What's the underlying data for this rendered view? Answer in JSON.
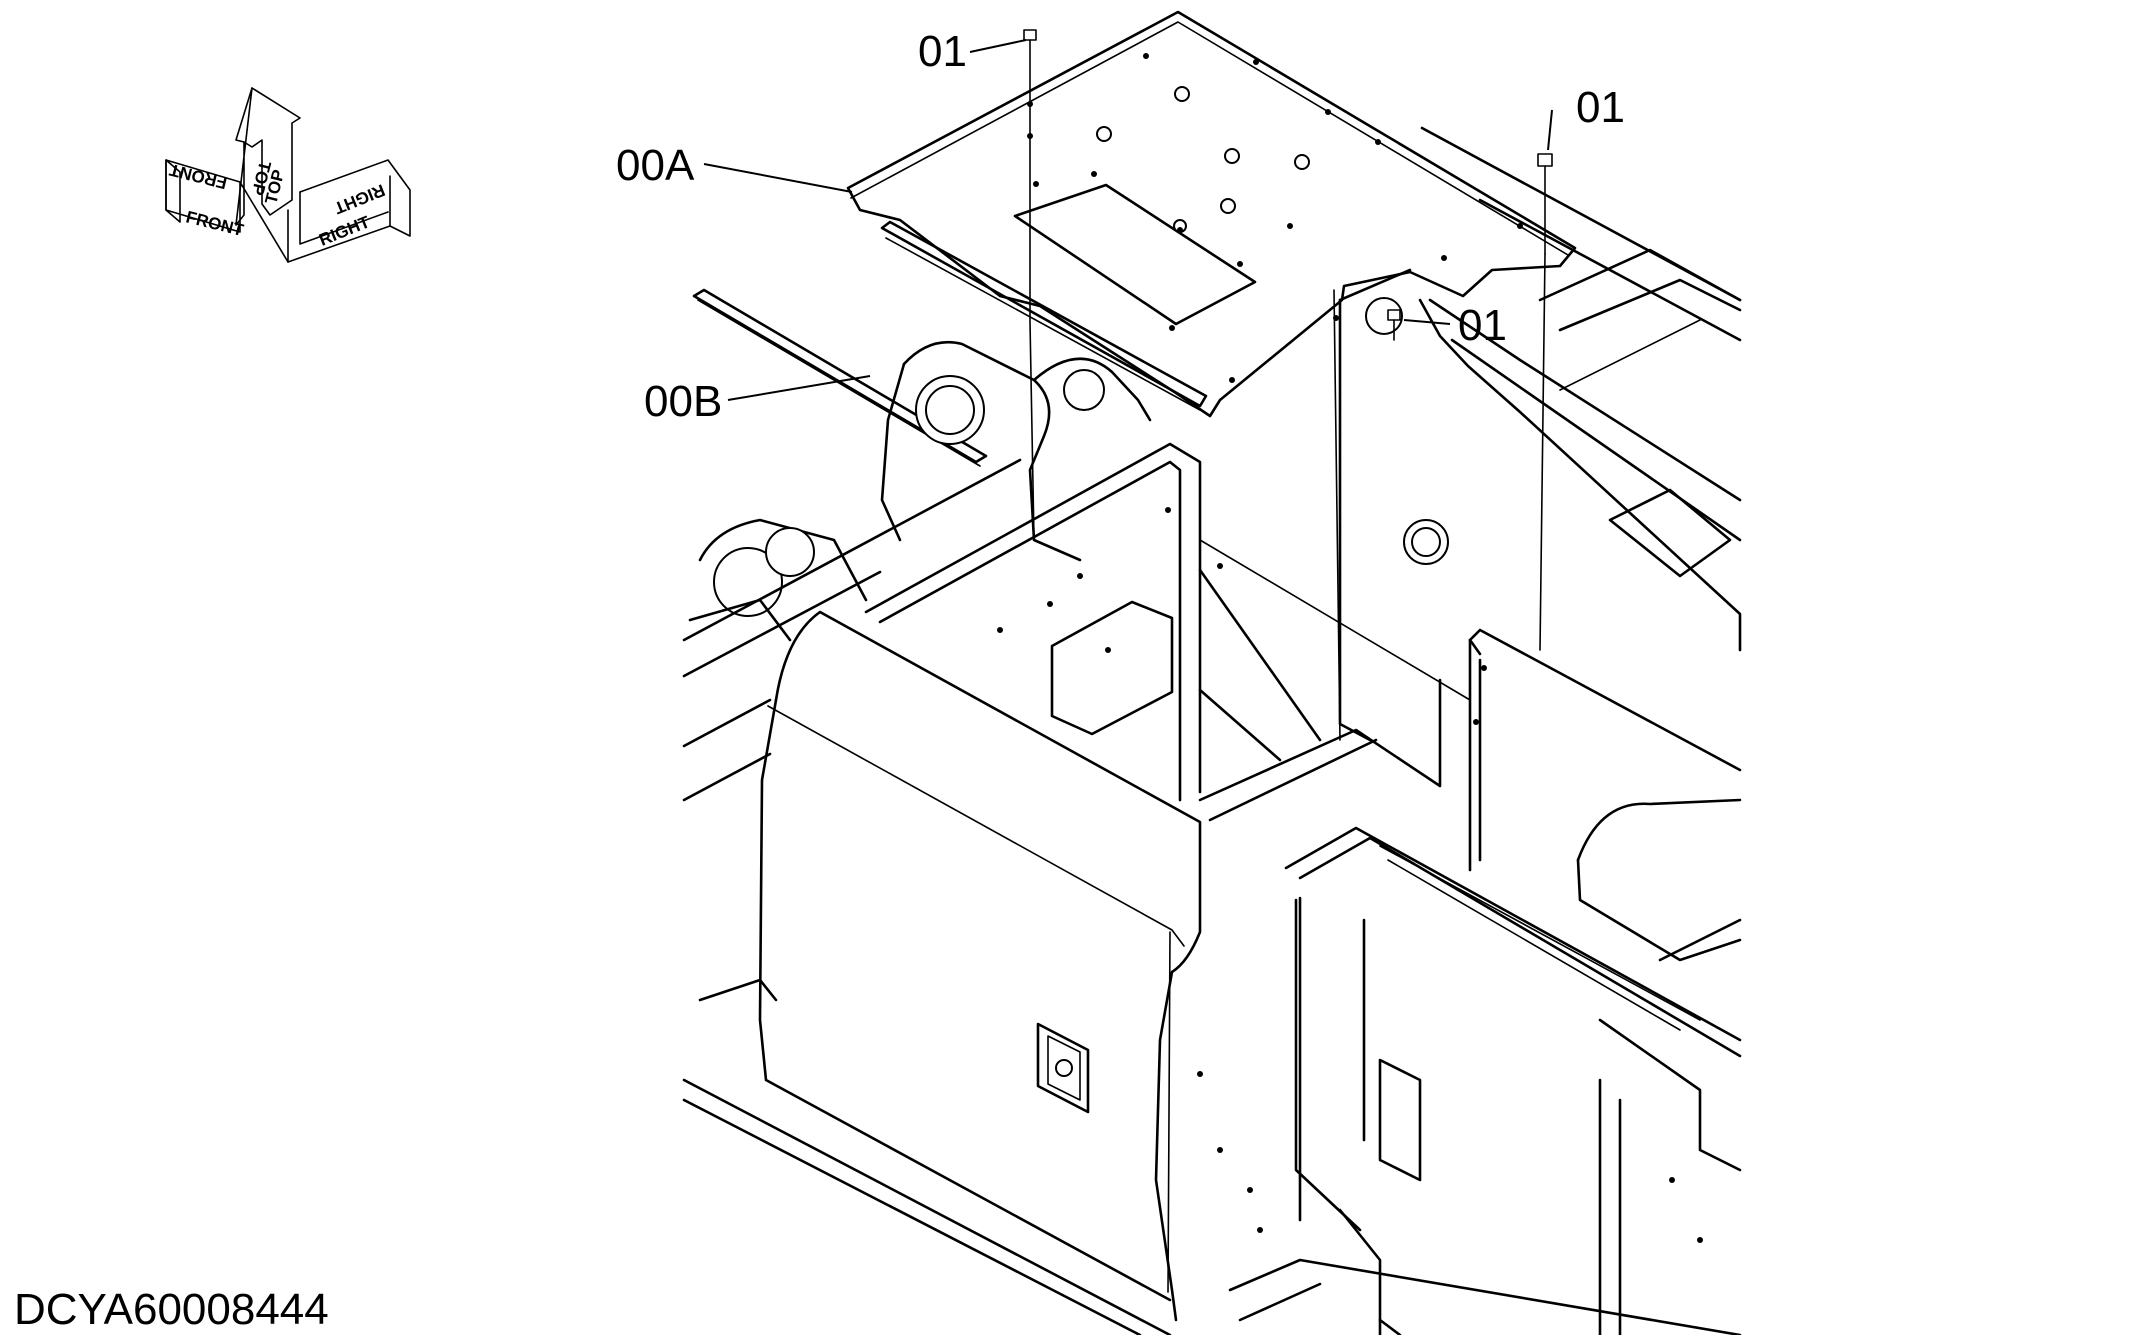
{
  "orientation_arrows": {
    "front": "FRONT",
    "front_mirrored": "FRONT",
    "top": "TOP",
    "top_mirrored": "TOP",
    "right": "RIGHT",
    "right_mirrored": "RIGHT"
  },
  "callouts": {
    "bolt_top": "01",
    "bolt_right": "01",
    "bolt_mid": "01",
    "cover_plate": "00A",
    "seal_strip": "00B"
  },
  "document_id": "DCYA60008444"
}
